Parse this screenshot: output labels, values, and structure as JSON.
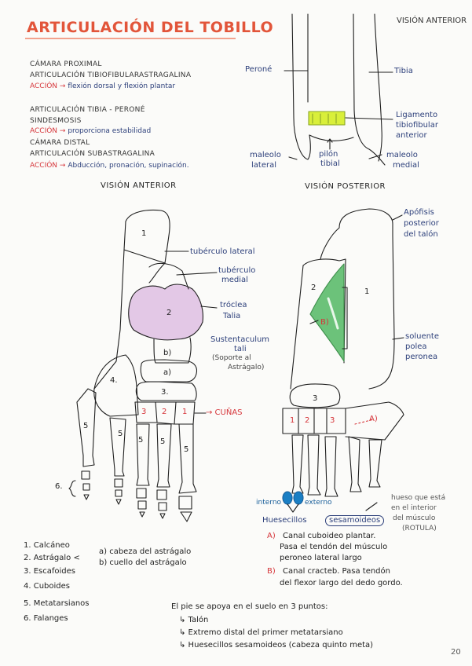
{
  "title": "ARTICULACIÓN DEL TOBILLO",
  "intro": {
    "camara_proximal": "CÁMARA PROXIMAL",
    "art_tibio": "ARTICULACIÓN TIBIOFIBULARASTRAGALINA",
    "accion1_tag": "ACCIÓN →",
    "accion1": "flexión dorsal y flexión plantar",
    "art_tibia_perone": "ARTICULACIÓN TIBIA - PERONÉ",
    "sindesmosis": "SINDESMOSIS",
    "accion2_tag": "ACCIÓN →",
    "accion2": "proporciona estabilidad",
    "camara_distal": "CÁMARA DISTAL",
    "art_subastragalina": "ARTICULACIÓN SUBASTRAGALINA",
    "accion3_tag": "ACCIÓN →",
    "accion3": "Abducción, pronación, supinación."
  },
  "ankle": {
    "vision_anterior": "VISIÓN ANTERIOR",
    "perone": "Peroné",
    "tibia": "Tibia",
    "ligamento": [
      "Ligamento",
      "tibiofibular",
      "anterior"
    ],
    "pilon": [
      "pilón",
      "tibial"
    ],
    "maleolo_lateral": [
      "maleolo",
      "lateral"
    ],
    "maleolo_medial": [
      "maleolo",
      "medial"
    ]
  },
  "captions": {
    "vision_anterior": "VISIÓN ANTERIOR",
    "vision_posterior": "VISIÓN POSTERIOR"
  },
  "foot_left": {
    "tuberculo_lateral": "tubérculo lateral",
    "tuberculo_medial": [
      "tubérculo",
      "medial"
    ],
    "troclea": [
      "tróclea",
      "Talia"
    ],
    "sustentaculum": [
      "Sustentaculum",
      "tali"
    ],
    "soporte": [
      "(Soporte al",
      "Astrágalo)"
    ],
    "cunas": "→ CUÑAS",
    "nums": {
      "n1": "1",
      "n2": "2",
      "nb": "b)",
      "na": "a)",
      "n3": "3.",
      "n4": "4.",
      "n5": "5",
      "n6": "6.",
      "c3": "3",
      "c2": "2",
      "c1": "1"
    }
  },
  "foot_right": {
    "apofisis": [
      "Apófisis",
      "posterior",
      "del talón"
    ],
    "solvente": [
      "soluente",
      "polea",
      "peronea"
    ],
    "nums": {
      "n1": "1",
      "n2": "2",
      "nB": "B)",
      "n3": "3",
      "c1": "1",
      "c2": "2",
      "c3": "3",
      "nA": "A)"
    }
  },
  "sesamoid": {
    "interno": "interno",
    "externo": "externo",
    "huesecillos": "Huesecillos",
    "sesamoideos": "sesamoideos",
    "note": [
      "hueso que está",
      "en el interior",
      "del músculo",
      "(ROTULA)"
    ],
    "a_tag": "A)",
    "a1": "Canal cuboideo plantar.",
    "a2": "Pasa el tendón del músculo",
    "a3": "peroneo lateral largo",
    "b_tag": "B)",
    "b1": "Canal cracteb. Pasa tendón",
    "b2": "del flexor largo del dedo gordo."
  },
  "legend": {
    "l1": "1. Calcáneo",
    "l2": "2. Astrágalo <",
    "l2a": "a) cabeza del astrágalo",
    "l2b": "b) cuello del astrágalo",
    "l3": "3. Escafoides",
    "l4": "4. Cuboides",
    "l5": "5. Metatarsianos",
    "l6": "6. Falanges"
  },
  "support": {
    "heading": "El pie se apoya en el suelo en 3 puntos:",
    "p1": "↳ Talón",
    "p2": "↳ Extremo distal del primer metatarsiano",
    "p3": "↳ Huesecillos sesamoideos (cabeza quinto meta)"
  },
  "page_number": "20",
  "colors": {
    "title": "#e2553a",
    "accent_red": "#d6353a",
    "ink_blue": "#2c3f7a",
    "highlight_yellow": "#d9ef3a",
    "talus_pink": "#e3c8e6",
    "sulcus_green": "#6cc27a"
  }
}
